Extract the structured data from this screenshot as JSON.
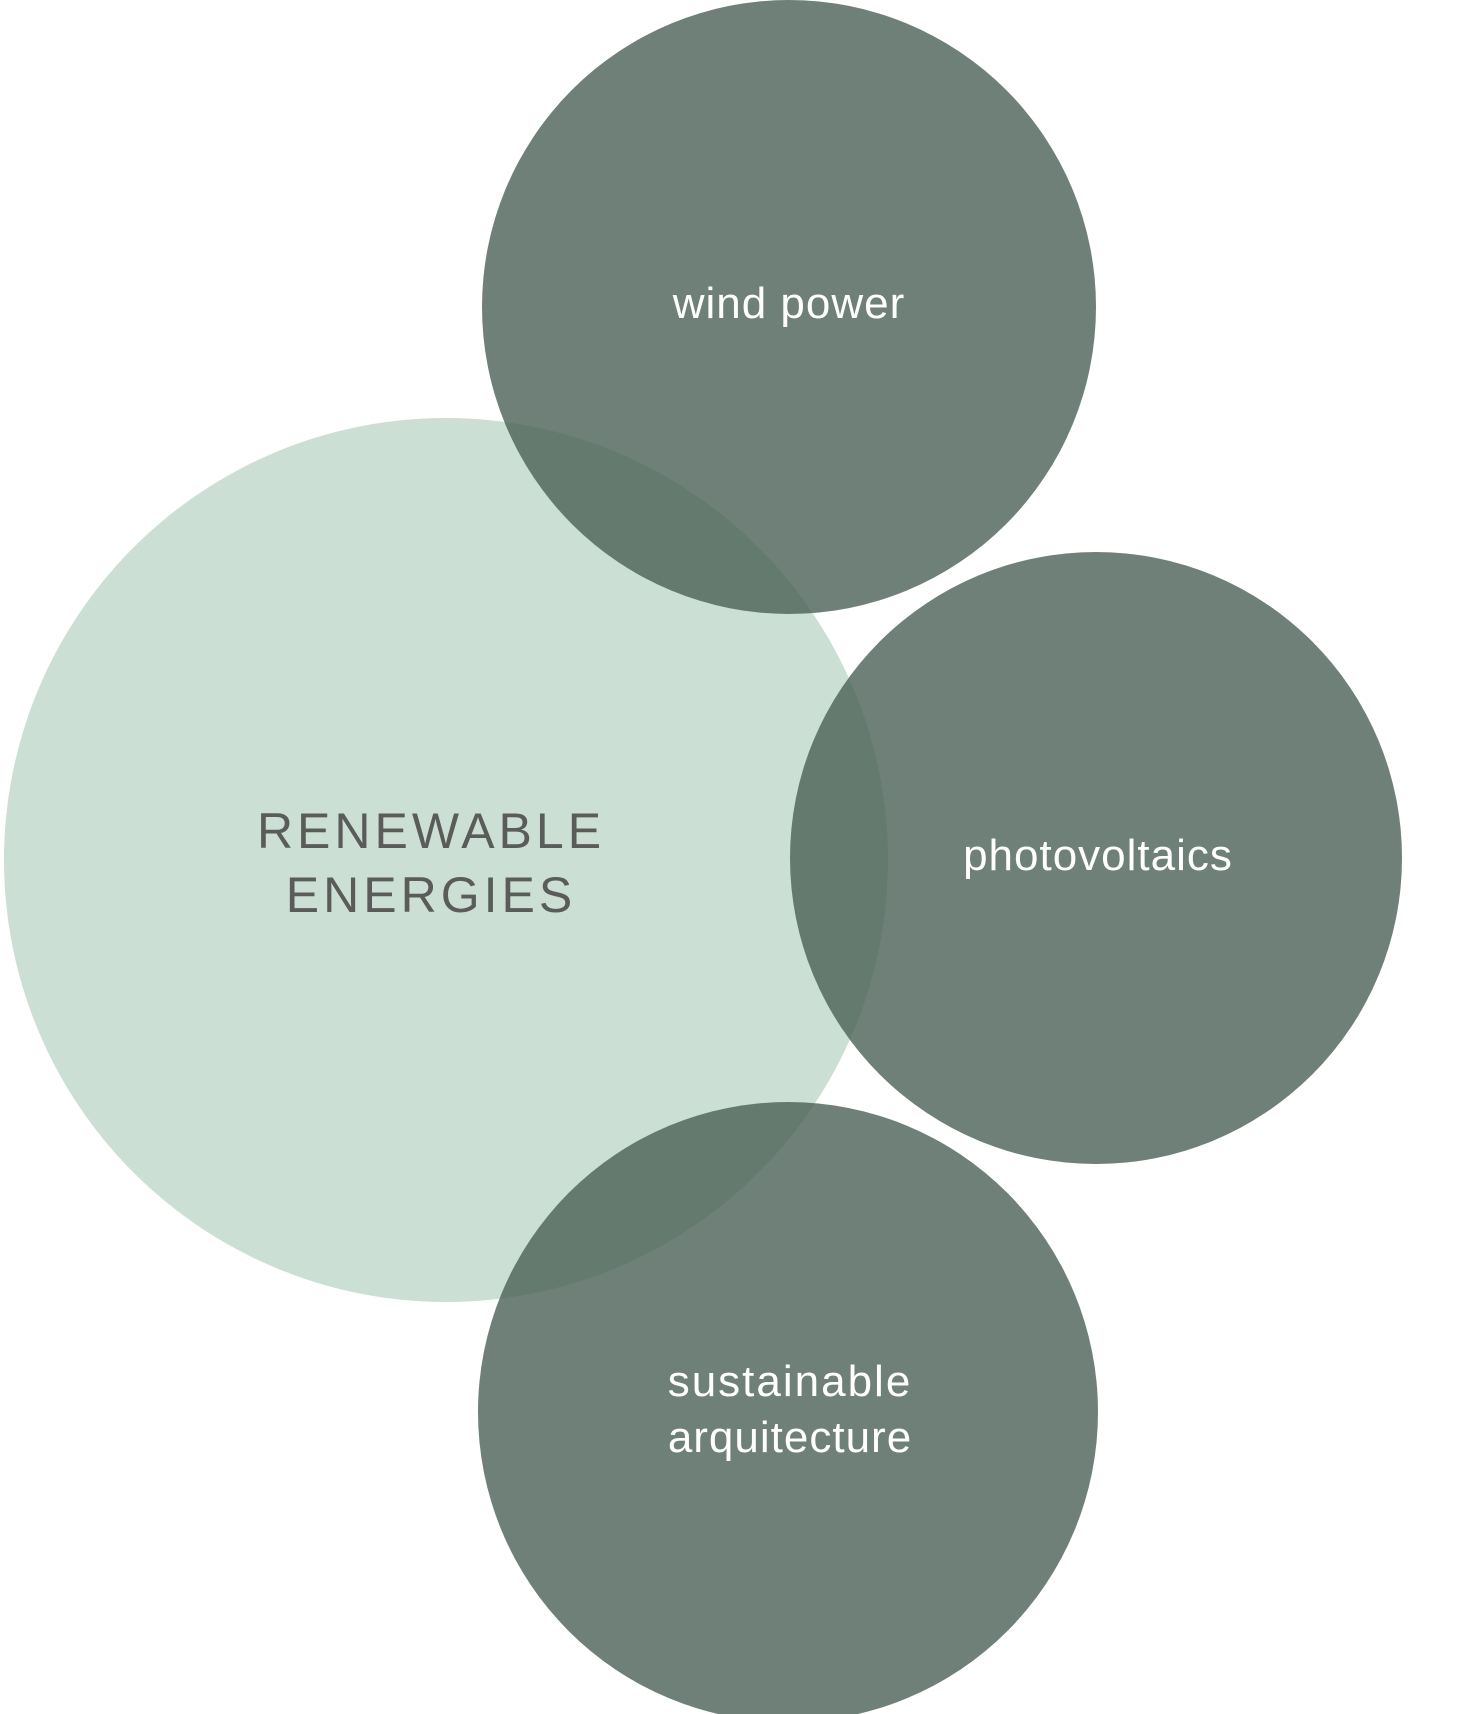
{
  "diagram": {
    "colors": {
      "main_circle": "#b7d2c2",
      "satellite_circle": "#4e6459",
      "main_text": "#5a5c5b",
      "satellite_text": "#ffffff"
    },
    "main": {
      "line1": "RENEWABLE",
      "line2": "ENERGIES"
    },
    "satellites": {
      "wind": {
        "label": "wind power"
      },
      "photovoltaics": {
        "label": "photovoltaics"
      },
      "architecture": {
        "line1": "sustainable",
        "line2": "arquitecture"
      }
    }
  }
}
